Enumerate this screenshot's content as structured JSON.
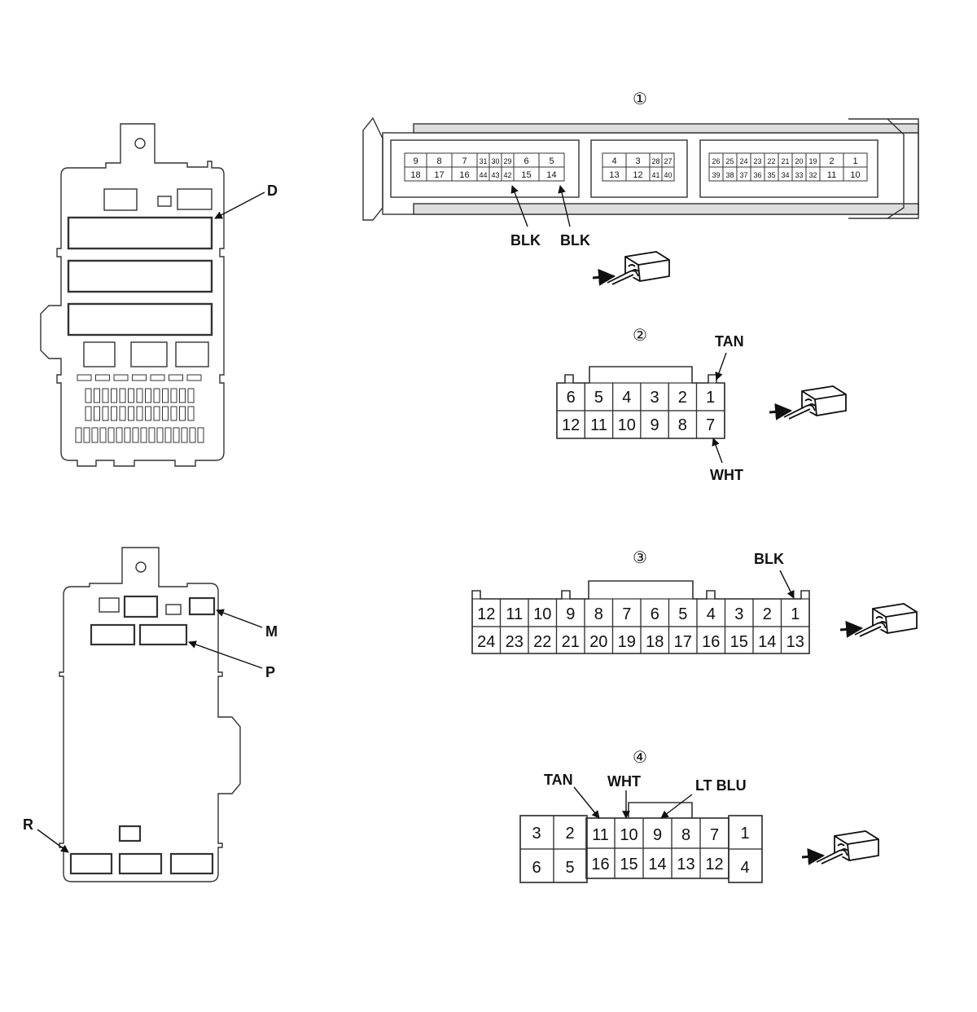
{
  "fuse_box_front": {
    "callouts": [
      "D"
    ]
  },
  "fuse_box_rear": {
    "callouts": [
      "M",
      "P",
      "R"
    ]
  },
  "connectors": [
    {
      "marker": "①",
      "blocks": [
        {
          "top": [
            "9",
            "8",
            "7",
            "31",
            "30",
            "29",
            "6",
            "5"
          ],
          "bottom": [
            "18",
            "17",
            "16",
            "44",
            "43",
            "42",
            "15",
            "14"
          ]
        },
        {
          "top": [
            "4",
            "3",
            "28",
            "27"
          ],
          "bottom": [
            "13",
            "12",
            "41",
            "40"
          ]
        },
        {
          "top": [
            "26",
            "25",
            "24",
            "23",
            "22",
            "21",
            "20",
            "19",
            "2",
            "1"
          ],
          "bottom": [
            "39",
            "38",
            "37",
            "36",
            "35",
            "34",
            "33",
            "32",
            "11",
            "10"
          ]
        }
      ],
      "wire_labels": [
        "BLK",
        "BLK"
      ]
    },
    {
      "marker": "②",
      "top": [
        "6",
        "5",
        "4",
        "3",
        "2",
        "1"
      ],
      "bottom": [
        "12",
        "11",
        "10",
        "9",
        "8",
        "7"
      ],
      "wire_labels": [
        "TAN",
        "WHT"
      ]
    },
    {
      "marker": "③",
      "top": [
        "12",
        "11",
        "10",
        "9",
        "8",
        "7",
        "6",
        "5",
        "4",
        "3",
        "2",
        "1"
      ],
      "bottom": [
        "24",
        "23",
        "22",
        "21",
        "20",
        "19",
        "18",
        "17",
        "16",
        "15",
        "14",
        "13"
      ],
      "wire_labels": [
        "BLK"
      ]
    },
    {
      "marker": "④",
      "left_top": [
        "3",
        "2"
      ],
      "left_bottom": [
        "6",
        "5"
      ],
      "mid_top": [
        "11",
        "10",
        "9",
        "8",
        "7"
      ],
      "mid_bottom": [
        "16",
        "15",
        "14",
        "13",
        "12"
      ],
      "right_top": "1",
      "right_bottom": "4",
      "wire_labels": [
        "TAN",
        "WHT",
        "LT BLU"
      ]
    }
  ]
}
